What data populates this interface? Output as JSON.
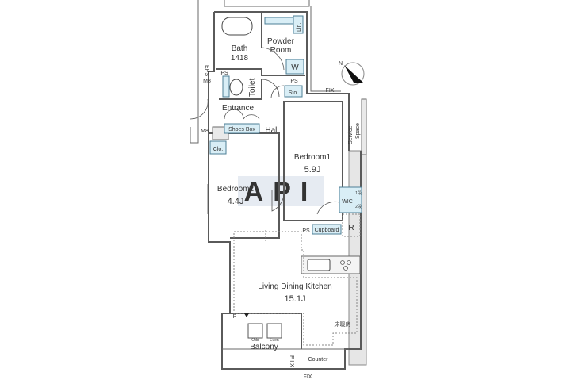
{
  "plan": {
    "rooms": {
      "bath": {
        "name": "Bath",
        "size": "1418"
      },
      "powder_room": {
        "line1": "Powder",
        "line2": "Room"
      },
      "linen": "Lin.",
      "washer": "W",
      "toilet": "Toilet",
      "storage": "Sto.",
      "entrance": "Entrance",
      "shoes_box": "Shoes Box",
      "hall": "Hall",
      "service_space": {
        "line1": "Service",
        "line2": "Space"
      },
      "closet": "Clo.",
      "bedroom1": {
        "name": "Bedroom1",
        "size": "5.9J"
      },
      "bedroom2": {
        "name": "Bedroom2",
        "size": "4.4J"
      },
      "wic": "WIC",
      "wic_shelves": {
        "line1": "1段",
        "line2": "2段"
      },
      "cupboard": "Cupboard",
      "refrigerator": "R",
      "ldk": {
        "name": "Living Dining Kitchen",
        "size": "15.1J"
      },
      "floor_heating": "床暖房",
      "balcony": "Balcony",
      "outdoor_unit_odd": "Odd",
      "outdoor_unit_even": "Even",
      "counter": "Counter"
    },
    "markers": {
      "eps": "EPS",
      "mb_upper": "M8",
      "mb_lower": "M8",
      "ps_toilet": "PS",
      "ps_washer": "PS",
      "ps_kitchen": "PS",
      "p_balcony": "P",
      "fix_top": "FIX",
      "fix_balcony": "F I X",
      "fix_bottom": "FIX"
    },
    "compass": "N",
    "watermark": "API"
  },
  "colors": {
    "fixture": "#d9eef6",
    "wall": "#5a5a5a",
    "watermark": "#c9d3e0"
  }
}
